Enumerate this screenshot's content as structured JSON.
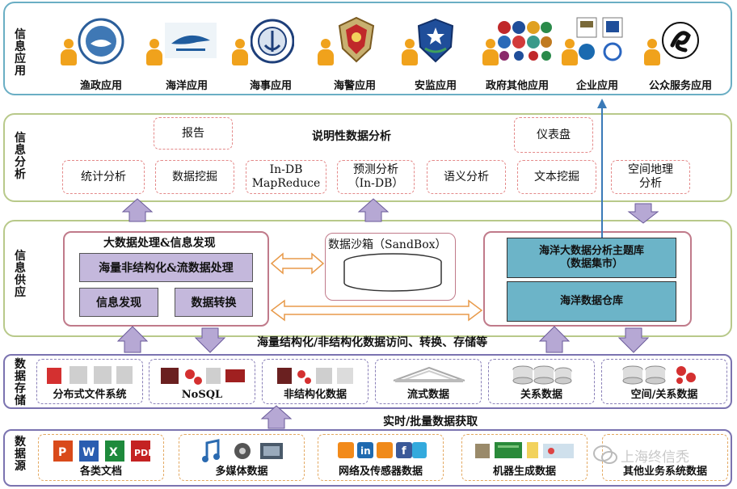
{
  "layers": {
    "application": {
      "label": "信息应用",
      "apps": [
        "渔政应用",
        "海洋应用",
        "海事应用",
        "海警应用",
        "安监应用",
        "政府其他应用",
        "企业应用",
        "公众服务应用"
      ]
    },
    "analysis": {
      "label": "信息分析",
      "report": "报告",
      "descriptive": "说明性数据分析",
      "dashboard": "仪表盘",
      "items": [
        "统计分析",
        "数据挖掘",
        "In-DB",
        "MapReduce",
        "预测分析",
        "（In-DB）",
        "语义分析",
        "文本挖掘",
        "空间地理",
        "分析"
      ]
    },
    "supply": {
      "label": "信息供应",
      "bigdata_title": "大数据处理&信息发现",
      "unstructured": "海量非结构化&流数据处理",
      "discovery": "信息发现",
      "conversion": "数据转换",
      "sandbox": "数据沙箱（SandBox）",
      "theme_db_1": "海洋大数据分析主题库",
      "theme_db_2": "（数据集市）",
      "warehouse": "海洋数据仓库",
      "access": "海量结构化/非结构化数据访问、转换、存储等"
    },
    "storage": {
      "label": "数据存储",
      "items": [
        "分布式文件系统",
        "NoSQL",
        "非结构化数据",
        "流式数据",
        "关系数据",
        "空间/关系数据"
      ]
    },
    "acquisition": "实时/批量数据获取",
    "source": {
      "label": "数据源",
      "items": [
        "各类文档",
        "多媒体数据",
        "网络及传感器数据",
        "机器生成数据",
        "其他业务系统数据"
      ]
    }
  },
  "watermark": "上海终信秃"
}
